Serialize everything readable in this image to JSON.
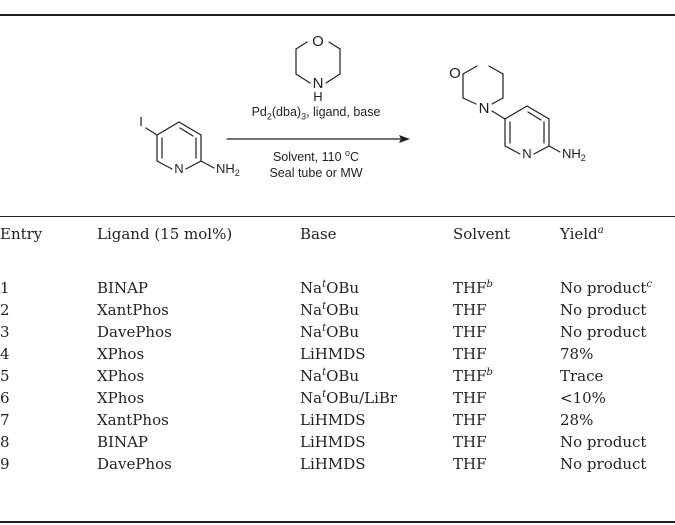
{
  "scheme": {
    "reagent_atoms": {
      "o": "O",
      "n": "N",
      "h": "H"
    },
    "sm_atoms": {
      "i": "I",
      "n": "N",
      "nh": "NH",
      "sub2": "2"
    },
    "product_atoms": {
      "o": "O",
      "n": "N",
      "n_ring": "N",
      "nh": "NH",
      "sub2": "2"
    },
    "conditions": {
      "line1_pd": "Pd",
      "line1_sub2": "2",
      "line1_dba": "(dba)",
      "line1_sub3": "3",
      "line1_rest": ", ligand, base",
      "line2_text": "Solvent, 110 ",
      "line2_deg": "o",
      "line2_unit": "C",
      "line3": "Seal tube or MW"
    }
  },
  "table": {
    "headers": {
      "entry": "Entry",
      "ligand": "Ligand (15 mol%)",
      "base": "Base",
      "solvent": "Solvent",
      "yield": "Yield",
      "yield_note": "a"
    },
    "rows": [
      {
        "entry": "1",
        "ligand": "BINAP",
        "base_pre": "Na",
        "base_sup": "t",
        "base_post": "OBu",
        "solvent": "THF",
        "solvent_note": "b",
        "yield": "No product",
        "yield_note": "c"
      },
      {
        "entry": "2",
        "ligand": "XantPhos",
        "base_pre": "Na",
        "base_sup": "t",
        "base_post": "OBu",
        "solvent": "THF",
        "solvent_note": "",
        "yield": "No product",
        "yield_note": ""
      },
      {
        "entry": "3",
        "ligand": "DavePhos",
        "base_pre": "Na",
        "base_sup": "t",
        "base_post": "OBu",
        "solvent": "THF",
        "solvent_note": "",
        "yield": "No product",
        "yield_note": ""
      },
      {
        "entry": "4",
        "ligand": "XPhos",
        "base_pre": "LiHMDS",
        "base_sup": "",
        "base_post": "",
        "solvent": "THF",
        "solvent_note": "",
        "yield": "78%",
        "yield_note": ""
      },
      {
        "entry": "5",
        "ligand": "XPhos",
        "base_pre": "Na",
        "base_sup": "t",
        "base_post": "OBu",
        "solvent": "THF",
        "solvent_note": "b",
        "yield": "Trace",
        "yield_note": ""
      },
      {
        "entry": "6",
        "ligand": "XPhos",
        "base_pre": "Na",
        "base_sup": "t",
        "base_post": "OBu/LiBr",
        "solvent": "THF",
        "solvent_note": "",
        "yield": "<10%",
        "yield_note": ""
      },
      {
        "entry": "7",
        "ligand": "XantPhos",
        "base_pre": "LiHMDS",
        "base_sup": "",
        "base_post": "",
        "solvent": "THF",
        "solvent_note": "",
        "yield": "28%",
        "yield_note": ""
      },
      {
        "entry": "8",
        "ligand": "BINAP",
        "base_pre": "LiHMDS",
        "base_sup": "",
        "base_post": "",
        "solvent": "THF",
        "solvent_note": "",
        "yield": "No product",
        "yield_note": ""
      },
      {
        "entry": "9",
        "ligand": "DavePhos",
        "base_pre": "LiHMDS",
        "base_sup": "",
        "base_post": "",
        "solvent": "THF",
        "solvent_note": "",
        "yield": "No product",
        "yield_note": ""
      }
    ]
  }
}
